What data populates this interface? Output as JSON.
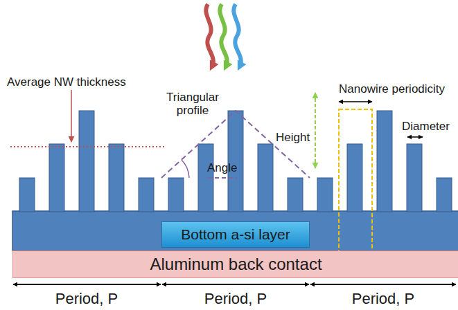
{
  "diagram": {
    "nodes": [
      {
        "text": [
          "Aluminum back contact"
        ]
      },
      {
        "text": [
          "Bottom a-si layer"
        ]
      }
    ],
    "labels": [
      "Average NW thickness",
      "Triangular profile",
      "Angle",
      "Height",
      "Nanowire periodicity",
      "Diameter",
      "Period, P",
      "Period, P",
      "Period, P"
    ]
  }
}
